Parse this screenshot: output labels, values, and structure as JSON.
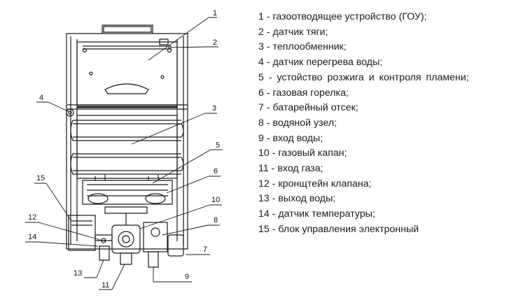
{
  "callout_numbers": [
    "1",
    "2",
    "3",
    "4",
    "5",
    "6",
    "7",
    "8",
    "9",
    "10",
    "11",
    "12",
    "13",
    "14",
    "15"
  ],
  "legend": [
    {
      "num": "1",
      "text": "1 - газоотводящее устройство (ГОУ);"
    },
    {
      "num": "2",
      "text": "2 - датчик тяги;"
    },
    {
      "num": "3",
      "text": "3 - теплообменник;"
    },
    {
      "num": "4",
      "text": "4 - датчик перегрева воды;"
    },
    {
      "num": "5",
      "text": "5 -  устойство  розжига и контроля пламени;"
    },
    {
      "num": "6",
      "text": "6 - газовая горелка;"
    },
    {
      "num": "7",
      "text": "7 - батарейный отсек;"
    },
    {
      "num": "8",
      "text": "8 - водяной узел;"
    },
    {
      "num": "9",
      "text": "9 - вход воды;"
    },
    {
      "num": "10",
      "text": "10 - газовый капан;"
    },
    {
      "num": "11",
      "text": "11 - вход газа;"
    },
    {
      "num": "12",
      "text": "12 - кронщтейн клапана;"
    },
    {
      "num": "13",
      "text": "13 - выход воды;"
    },
    {
      "num": "14",
      "text": "14 - датчик температуры;"
    },
    {
      "num": "15",
      "text": "15 - блок управления электронный"
    }
  ]
}
